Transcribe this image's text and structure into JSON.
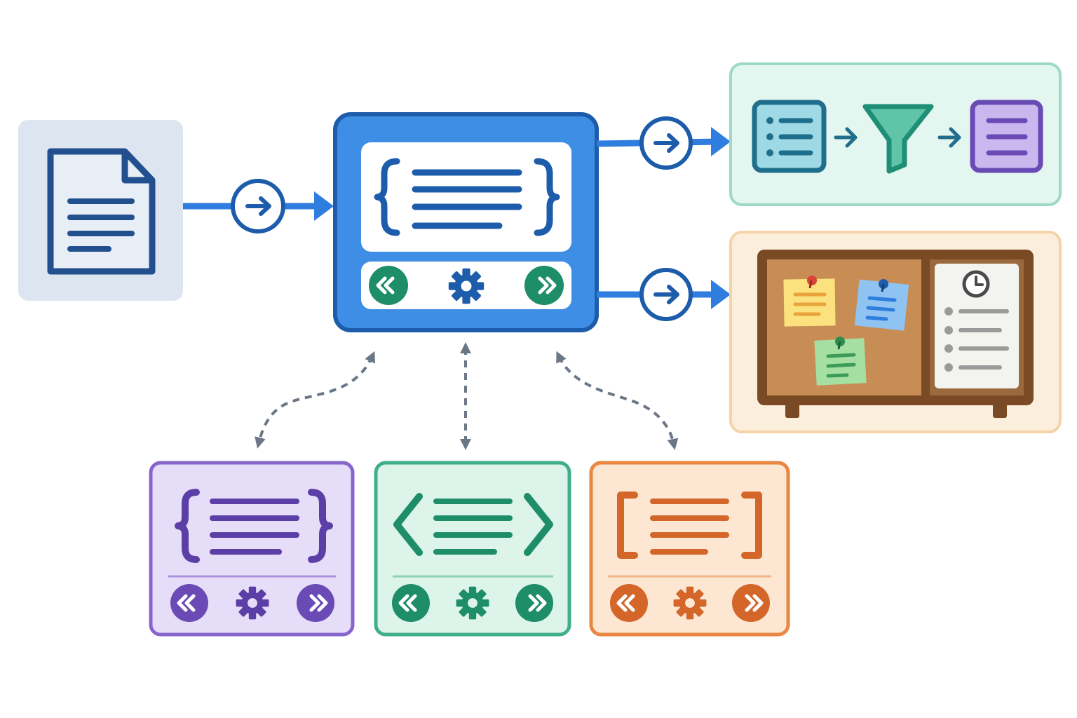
{
  "diagram": {
    "nodes": [
      {
        "id": "source-document",
        "icon": "document-icon"
      },
      {
        "id": "central-processor",
        "icons": [
          "curly-braces-icon",
          "rewind-icon",
          "gear-icon",
          "fast-forward-icon"
        ]
      },
      {
        "id": "list-filter-pipeline",
        "icons": [
          "bulleted-list-icon",
          "funnel-icon",
          "filtered-list-icon"
        ]
      },
      {
        "id": "corkboard-panel",
        "icons": [
          "sticky-note-icon",
          "clock-icon",
          "checklist-icon"
        ]
      },
      {
        "id": "purple-variant-panel",
        "icons": [
          "curly-braces-icon",
          "rewind-icon",
          "gear-icon",
          "fast-forward-icon"
        ]
      },
      {
        "id": "green-variant-panel",
        "icons": [
          "angle-brackets-icon",
          "rewind-icon",
          "gear-icon",
          "fast-forward-icon"
        ]
      },
      {
        "id": "orange-variant-panel",
        "icons": [
          "square-brackets-icon",
          "rewind-icon",
          "gear-icon",
          "fast-forward-icon"
        ]
      }
    ],
    "edges": [
      {
        "from": "source-document",
        "to": "central-processor",
        "style": "solid"
      },
      {
        "from": "central-processor",
        "to": "list-filter-pipeline",
        "style": "solid"
      },
      {
        "from": "central-processor",
        "to": "corkboard-panel",
        "style": "solid"
      },
      {
        "from": "central-processor",
        "to": "purple-variant-panel",
        "style": "dashed-bidirectional"
      },
      {
        "from": "central-processor",
        "to": "green-variant-panel",
        "style": "dashed-bidirectional"
      },
      {
        "from": "central-processor",
        "to": "orange-variant-panel",
        "style": "dashed-bidirectional"
      }
    ]
  },
  "colors": {
    "primary_blue": "#2F7DDE",
    "dark_blue": "#1D5CAA",
    "navy": "#22508F",
    "source_bg": "#DDE6F0",
    "teal": "#2E9E8A",
    "teal_bg": "#E3F6EF",
    "list_bg": "#9ED9E5",
    "purple": "#6A4BB6",
    "purple_bg": "#E6DDF9",
    "green": "#1E8E68",
    "green_bg": "#DDF4EA",
    "orange": "#E06F2A",
    "orange_bg": "#FDE6D2",
    "cork": "#C88D55",
    "wood": "#7A4A25",
    "dashed_gray": "#6B7785"
  }
}
